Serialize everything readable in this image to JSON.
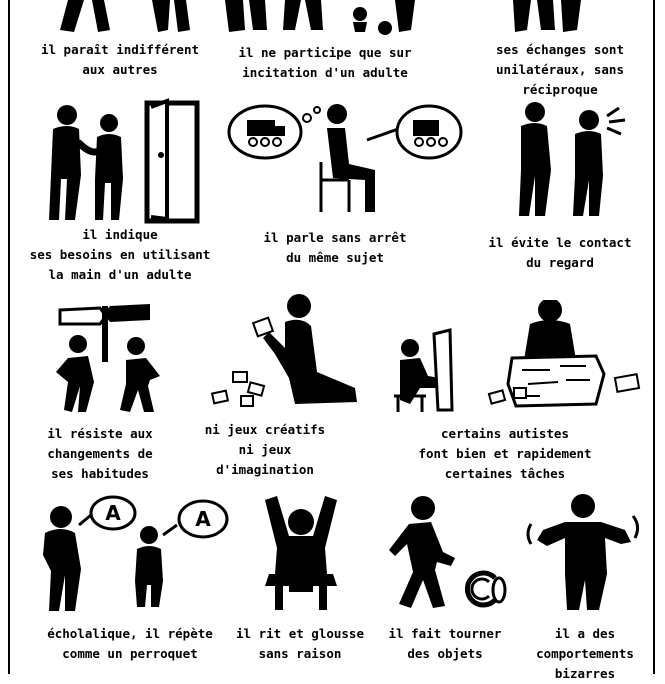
{
  "ink": "#000000",
  "paper": "#ffffff",
  "captions": {
    "indifferent": [
      "il paraît indifférent",
      "aux autres"
    ],
    "participe": [
      "il ne participe que sur",
      "incitation d'un adulte"
    ],
    "echanges": [
      "ses échanges sont",
      "unilatéraux, sans",
      "réciproque"
    ],
    "indique": [
      "il indique",
      "ses besoins en utilisant",
      "la main d'un adulte"
    ],
    "parle": [
      "il parle sans arrêt",
      "du même sujet"
    ],
    "evite": [
      "il évite le contact",
      "du regard"
    ],
    "resiste": [
      "il résiste aux",
      "changements de",
      "ses habitudes"
    ],
    "jeux": [
      "ni jeux créatifs",
      "ni jeux",
      "d'imagination"
    ],
    "autistes": [
      "certains autistes",
      "font bien et rapidement",
      "certaines tâches"
    ],
    "echolalique": [
      "écholalique, il répète",
      "comme un perroquet"
    ],
    "rit": [
      "il rit et glousse",
      "sans raison"
    ],
    "tourner": [
      "il fait tourner",
      "des objets"
    ],
    "comportements": [
      "il a des",
      "comportements",
      "bizarres"
    ]
  },
  "echo_letter": "A",
  "icons": {
    "indifferent": "aloof-person-icon",
    "participe": "adult-prompting-child-icon",
    "echanges": "two-people-one-way-icon",
    "indique": "child-holding-adult-hand-at-door-icon",
    "parle": "seated-person-talking-about-train-icon",
    "evite": "person-avoiding-gaze-icon",
    "resiste": "children-at-signpost-icon",
    "jeux": "kneeling-person-with-papers-icon",
    "autistes": "people-assembling-puzzle-icon",
    "echolalique": "person-repeating-speech-icon",
    "rit": "person-laughing-on-stool-icon",
    "tourner": "person-spinning-object-icon",
    "comportements": "person-flapping-hands-icon"
  }
}
